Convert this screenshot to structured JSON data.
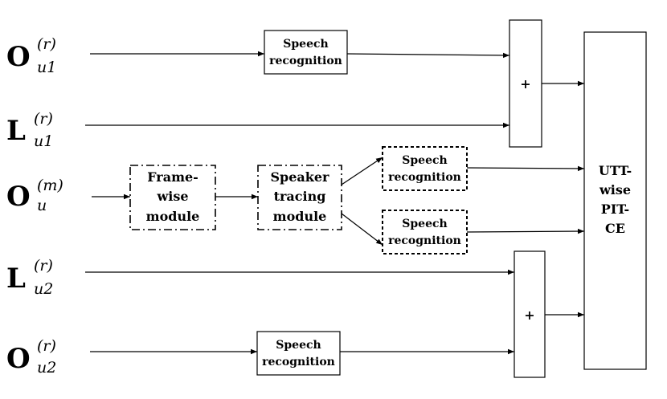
{
  "inputs": {
    "o_u1": {
      "base": "O",
      "sup": "(r)",
      "sub": "u1"
    },
    "l_u1": {
      "base": "L",
      "sup": "(r)",
      "sub": "u1"
    },
    "o_u": {
      "base": "O",
      "sup": "(m)",
      "sub": "u"
    },
    "l_u2": {
      "base": "L",
      "sup": "(r)",
      "sub": "u2"
    },
    "o_u2": {
      "base": "O",
      "sup": "(r)",
      "sub": "u2"
    }
  },
  "blocks": {
    "sr_top": [
      "Speech",
      "recognition"
    ],
    "frame_wise": [
      "Frame-",
      "wise",
      "module"
    ],
    "speaker_tracing": [
      "Speaker",
      "tracing",
      "module"
    ],
    "sr_mid_upper": [
      "Speech",
      "recognition"
    ],
    "sr_mid_lower": [
      "Speech",
      "recognition"
    ],
    "sr_bottom": [
      "Speech",
      "recognition"
    ],
    "plus_top": "+",
    "plus_bottom": "+",
    "utt_pit_ce": [
      "UTT-",
      "wise",
      "PIT-",
      "CE"
    ]
  }
}
